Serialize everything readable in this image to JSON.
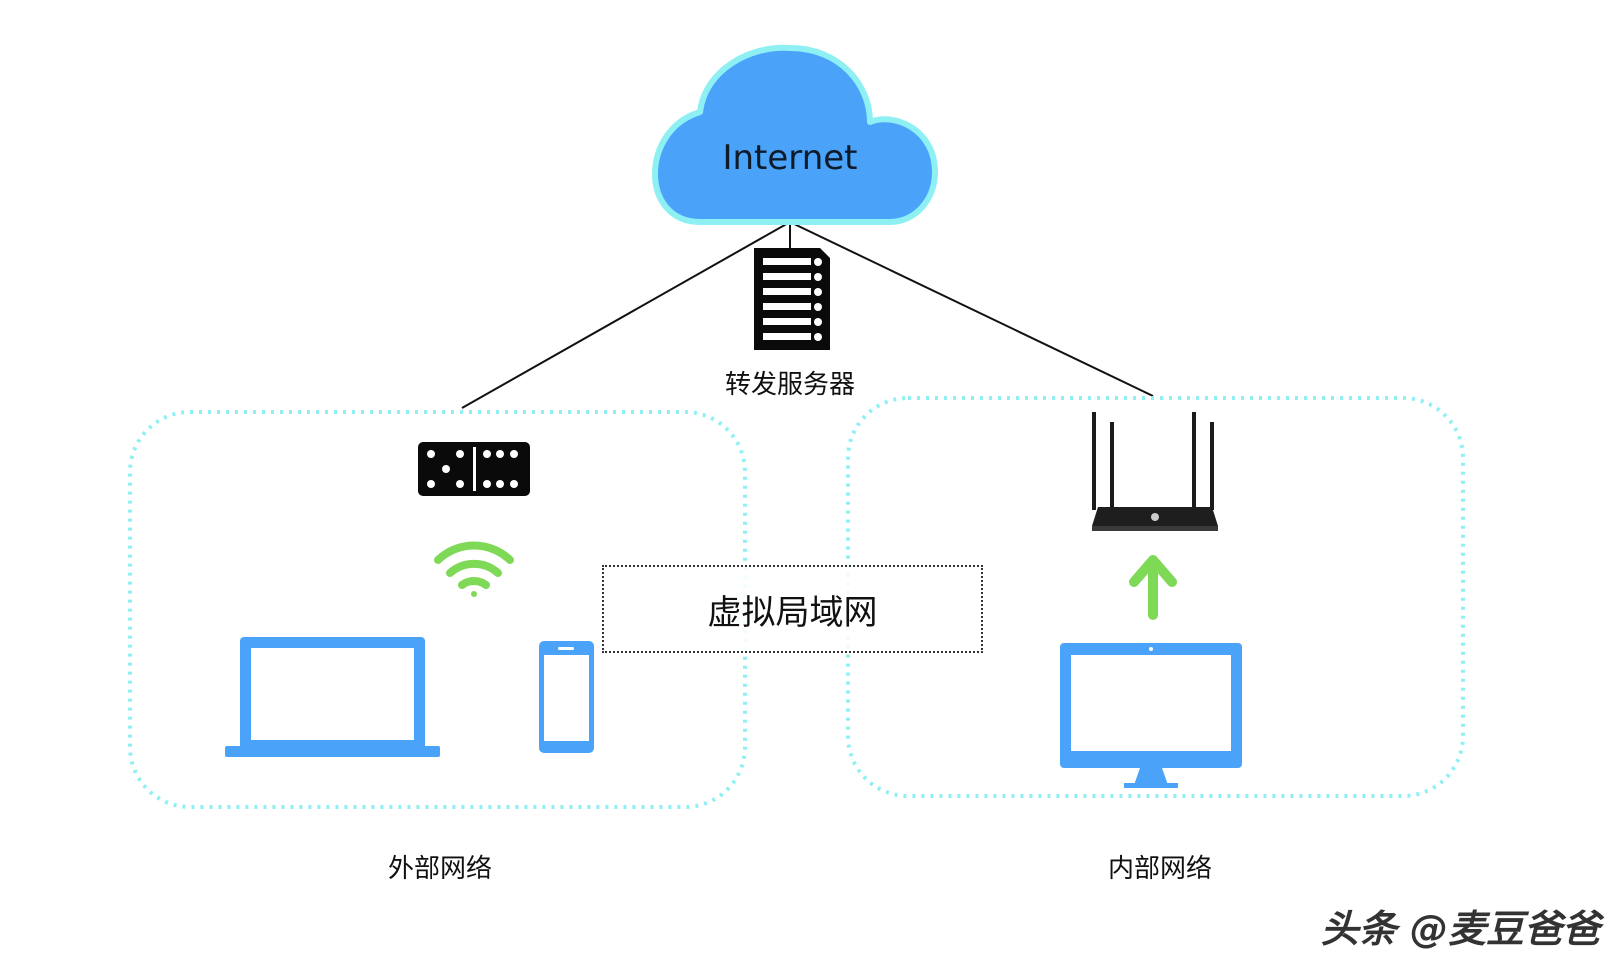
{
  "diagram": {
    "cloud": {
      "label": "Internet",
      "icon": "cloud-icon",
      "color": "#4aa3f8",
      "outline": "#8ff0f4"
    },
    "server": {
      "label": "转发服务器",
      "icon": "server-icon"
    },
    "external_network": {
      "label": "外部网络",
      "devices": [
        "modem-icon",
        "wifi-icon",
        "laptop-icon",
        "phone-icon"
      ]
    },
    "internal_network": {
      "label": "内部网络",
      "devices": [
        "router-icon",
        "up-arrow-icon",
        "monitor-icon"
      ]
    },
    "vlan": {
      "label": "虚拟局域网"
    },
    "watermark": "头条 @麦豆爸爸",
    "colors": {
      "device_blue": "#4aa3f8",
      "wifi_green": "#7ed957",
      "zone_border": "#8ff0f4"
    }
  }
}
